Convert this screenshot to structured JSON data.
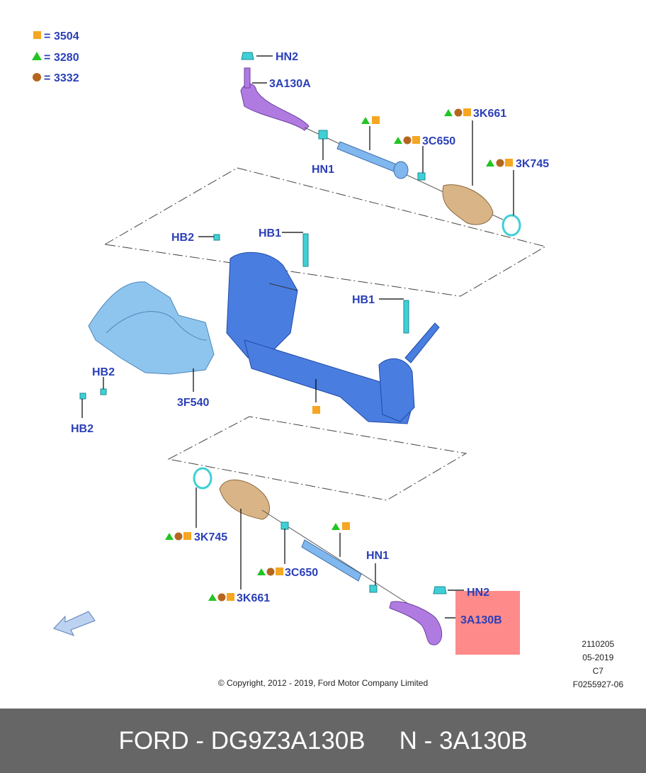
{
  "legend": [
    {
      "symbol": "square",
      "color": "#f5a623",
      "sep": "=",
      "code": "3504"
    },
    {
      "symbol": "triangle",
      "color": "#22c422",
      "sep": "=",
      "code": "3280"
    },
    {
      "symbol": "circle",
      "color": "#b5651d",
      "sep": "=",
      "code": "3332"
    }
  ],
  "callouts": {
    "hn2_top": "HN2",
    "a3a130a": "3A130A",
    "hn1_top": "HN1",
    "k661_top": "3K661",
    "c650_top": "3C650",
    "k745_top": "3K745",
    "hb1_a": "HB1",
    "hb1_b": "HB1",
    "hb2_a": "HB2",
    "hb2_b": "HB2",
    "hb2_c": "HB2",
    "f540": "3F540",
    "k745_bot": "3K745",
    "c650_bot": "3C650",
    "k661_bot": "3K661",
    "hn1_bot": "HN1",
    "hn2_bot": "HN2",
    "a3a130b": "3A130B"
  },
  "copyright": "© Copyright, 2012 - 2019, Ford Motor Company Limited",
  "doc_info": {
    "line1": "2110205",
    "line2": "05-2019",
    "line3": "C7",
    "line4": "F0255927-06"
  },
  "footer": {
    "part_number": "FORD - DG9Z3A130B",
    "base_number": "N - 3A130B"
  },
  "colors": {
    "callout_text": "#2a3fb8",
    "highlight": "#ff8a8a",
    "gear_body": "#4a7de0",
    "shield": "#8ec5ef",
    "tie_rod_end": "#b07be0",
    "footer_bg": "#666666"
  }
}
